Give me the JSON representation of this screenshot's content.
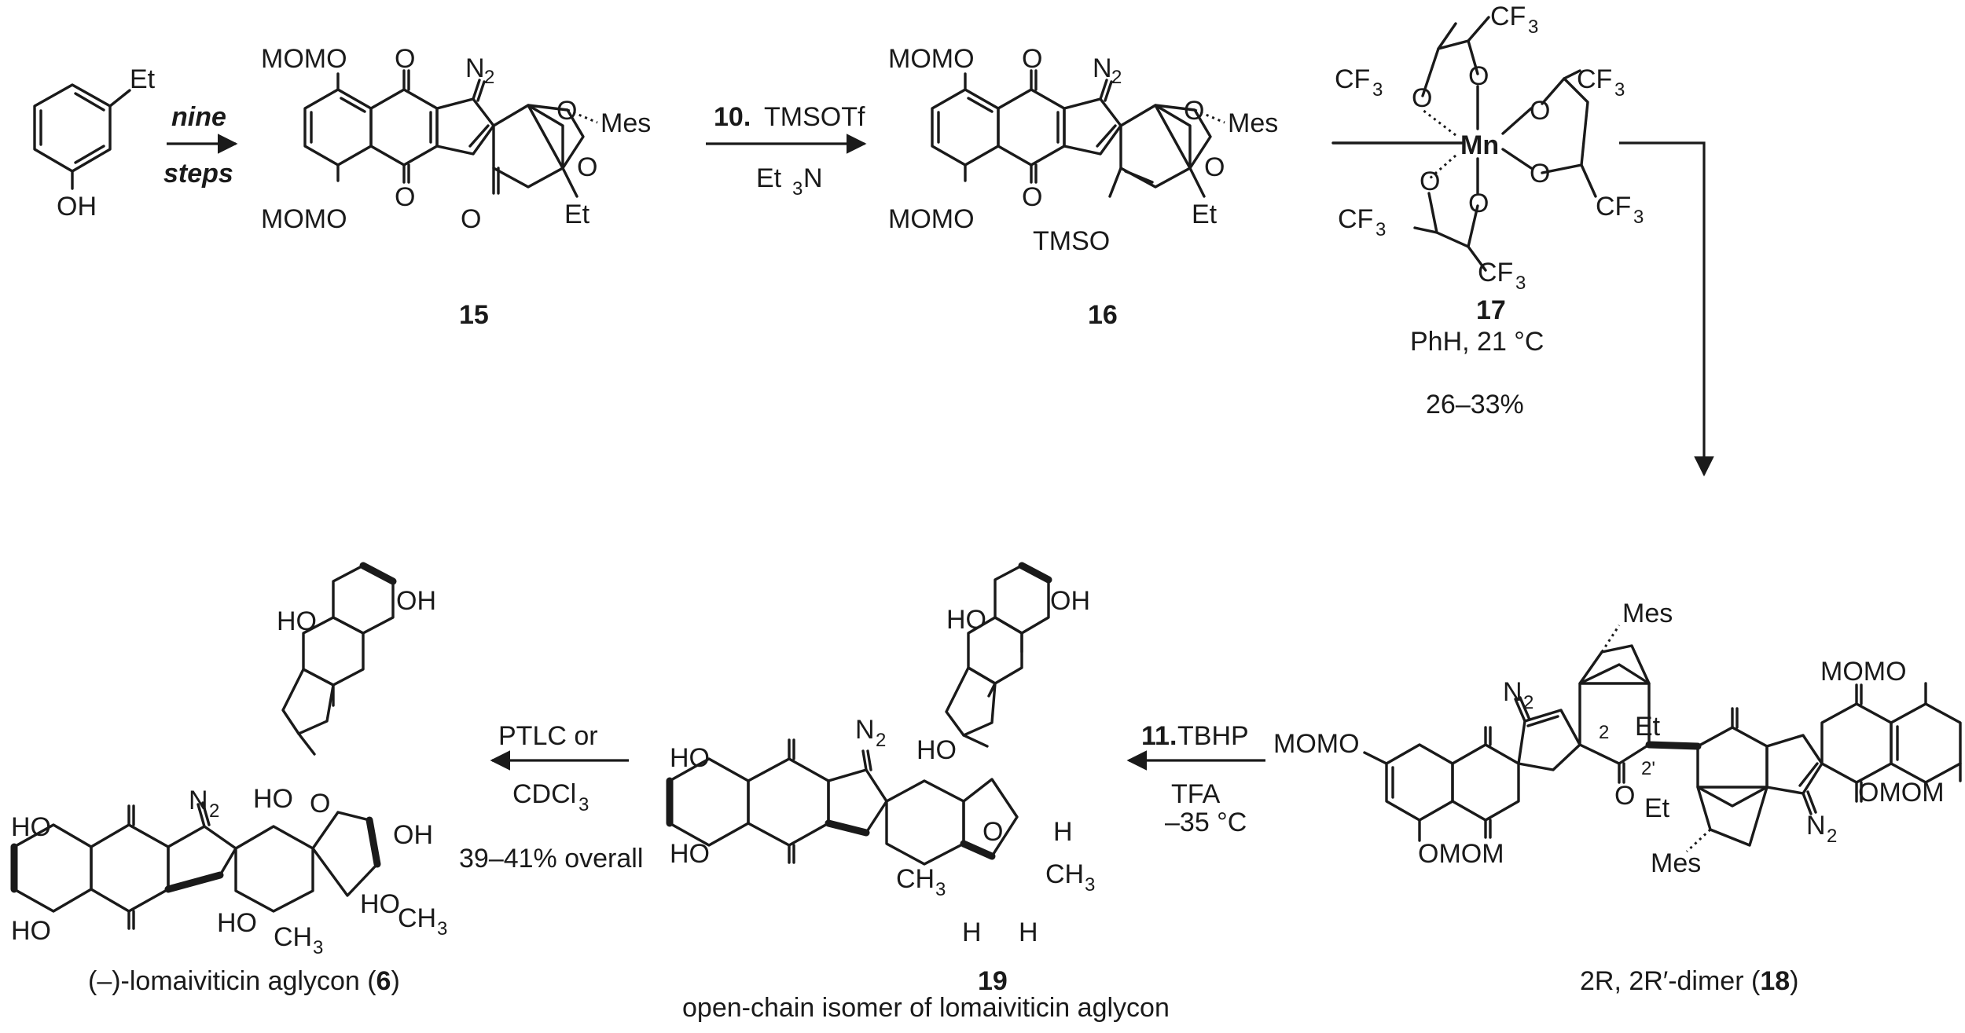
{
  "start_material": {
    "substituent_top": "Et",
    "substituent_bottom": "OH"
  },
  "step_1": {
    "reagent_top": "nine",
    "reagent_bottom": "steps"
  },
  "compound_15": {
    "label": "15",
    "groups": [
      "MOMO",
      "MOMO",
      "O",
      "O",
      "O",
      "N",
      "2",
      "O",
      "O",
      "Mes",
      "Et"
    ]
  },
  "step_2": {
    "number": "10.",
    "reagent": "TMSOTf",
    "base": "Et",
    "base_sub": "3",
    "base_tail": "N"
  },
  "compound_16": {
    "label": "16",
    "groups": [
      "MOMO",
      "MOMO",
      "O",
      "O",
      "N",
      "2",
      "O",
      "O",
      "Mes",
      "Et",
      "TMSO"
    ]
  },
  "compound_17": {
    "label": "17",
    "metal": "Mn",
    "ligand_group": "CF",
    "ligand_sub": "3",
    "oxygen": "O",
    "solvent": "PhH, 21 °C",
    "yield": "26–33%"
  },
  "dimer_18": {
    "label_prefix": "2R, 2R′-dimer (",
    "label_num": "18",
    "label_suffix": ")",
    "groups": [
      "N",
      "2",
      "Mes",
      "MOMO",
      "O",
      "2",
      "2'",
      "Et",
      "Et",
      "OMOM",
      "Mes",
      "N",
      "2",
      "MOMO",
      "OMOM"
    ]
  },
  "step_3": {
    "number": "11.",
    "reagent": "TBHP",
    "acid": "TFA",
    "temperature": "–35 °C"
  },
  "compound_19": {
    "label": "19",
    "caption": "open-chain isomer of lomaiviticin aglycon",
    "groups": [
      "HO",
      "OH",
      "HO",
      "HO",
      "N",
      "2",
      "HO",
      "O",
      "H",
      "CH",
      "3",
      "CH",
      "3",
      "H",
      "H"
    ]
  },
  "step_4": {
    "reagent_top": "PTLC or",
    "reagent_bottom": "CDCl",
    "reagent_bottom_sub": "3",
    "yield": "39–41% overall"
  },
  "product_6": {
    "label_prefix": "(–)-lomaiviticin aglycon (",
    "label_num": "6",
    "label_suffix": ")",
    "groups": [
      "HO",
      "OH",
      "HO",
      "HO",
      "HO",
      "N",
      "2",
      "HO",
      "O",
      "OH",
      "HO",
      "CH",
      "3",
      "CH",
      "3"
    ]
  }
}
